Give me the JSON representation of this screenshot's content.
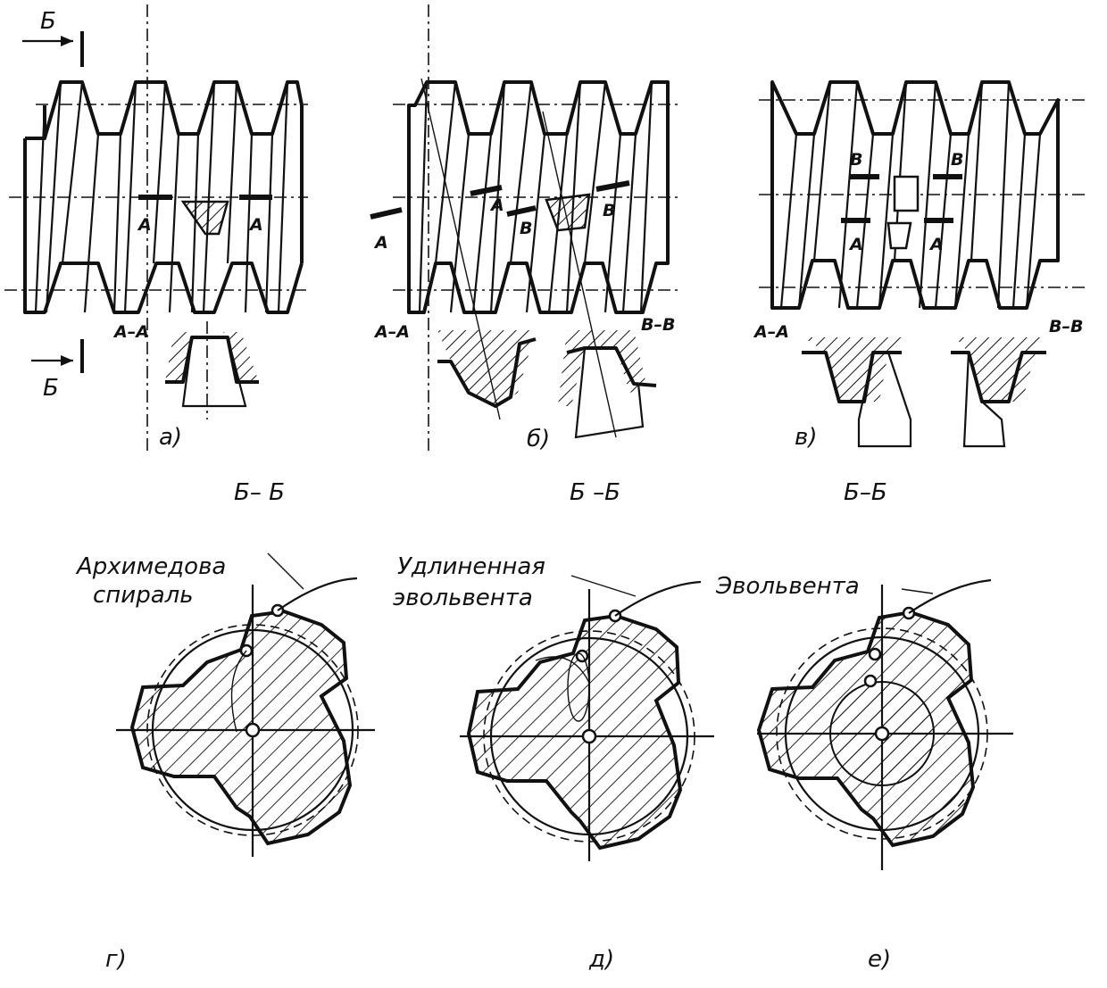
{
  "figure_labels": {
    "a": "а)",
    "b": "б)",
    "v": "в)",
    "g": "г)",
    "d": "д)",
    "e": "е)"
  },
  "section_labels": {
    "bb_arrow_top": "Б",
    "bb_arrow_bottom": "Б",
    "aa_a": "А–А",
    "aa_b": "А–А",
    "vv_b": "В–В",
    "aa_v": "А–А",
    "vv_v": "В–В",
    "bb_a": "Б– Б",
    "bb_b": "Б –Б",
    "bb_v": "Б–Б"
  },
  "cut_marks": {
    "a_left": "А",
    "a_right": "А",
    "b_left": "А",
    "b_mid_a": "А",
    "b_mid_b": "В",
    "b_right": "В",
    "v_b_left": "В",
    "v_b_right": "В",
    "v_a_left": "А",
    "v_a_right": "А"
  },
  "curve_names": {
    "g_line1": "Архимедова",
    "g_line2": "спираль",
    "d_line1": "Удлиненная",
    "d_line2": "эвольвента",
    "e_line1": "Эвольвента"
  }
}
